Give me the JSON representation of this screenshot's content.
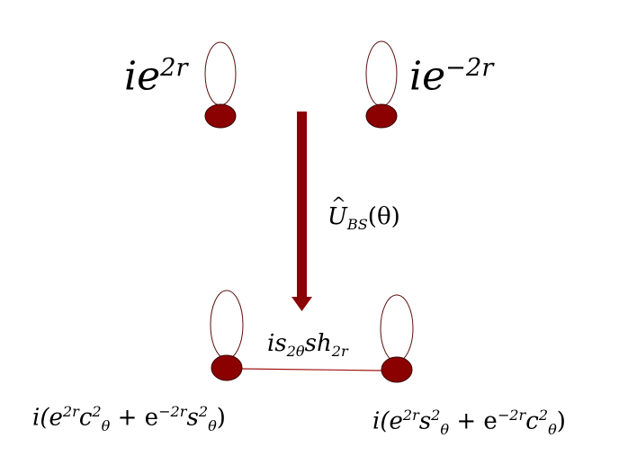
{
  "colors": {
    "node_fill": "#8b0000",
    "node_stroke": "#3a0000",
    "loop_stroke": "#5a1010",
    "arrow": "#8b0000",
    "edge": "#a01010"
  },
  "top": {
    "left_mode_label": {
      "base": "ie",
      "exp": "2r"
    },
    "right_mode_label": {
      "base": "ie",
      "exp": "−2r"
    }
  },
  "transform": {
    "operator": "U",
    "subscript": "BS",
    "argument": "(θ)"
  },
  "bottom": {
    "coupling_label": {
      "pre": "is",
      "sub1": "2θ",
      "mid": "sh",
      "sub2": "2r"
    },
    "left_mode_label": {
      "open": "i(e",
      "exp1": "2r",
      "t1": "c",
      "t1sup": "2",
      "t1sub": "θ",
      "plus": " + e",
      "exp2": "−2r",
      "t2": "s",
      "t2sup": "2",
      "t2sub": "θ",
      "close": ")"
    },
    "right_mode_label": {
      "open": "i(e",
      "exp1": "2r",
      "t1": "s",
      "t1sup": "2",
      "t1sub": "θ",
      "plus": " + e",
      "exp2": "−2r",
      "t2": "c",
      "t2sup": "2",
      "t2sub": "θ",
      "close": ")"
    }
  }
}
